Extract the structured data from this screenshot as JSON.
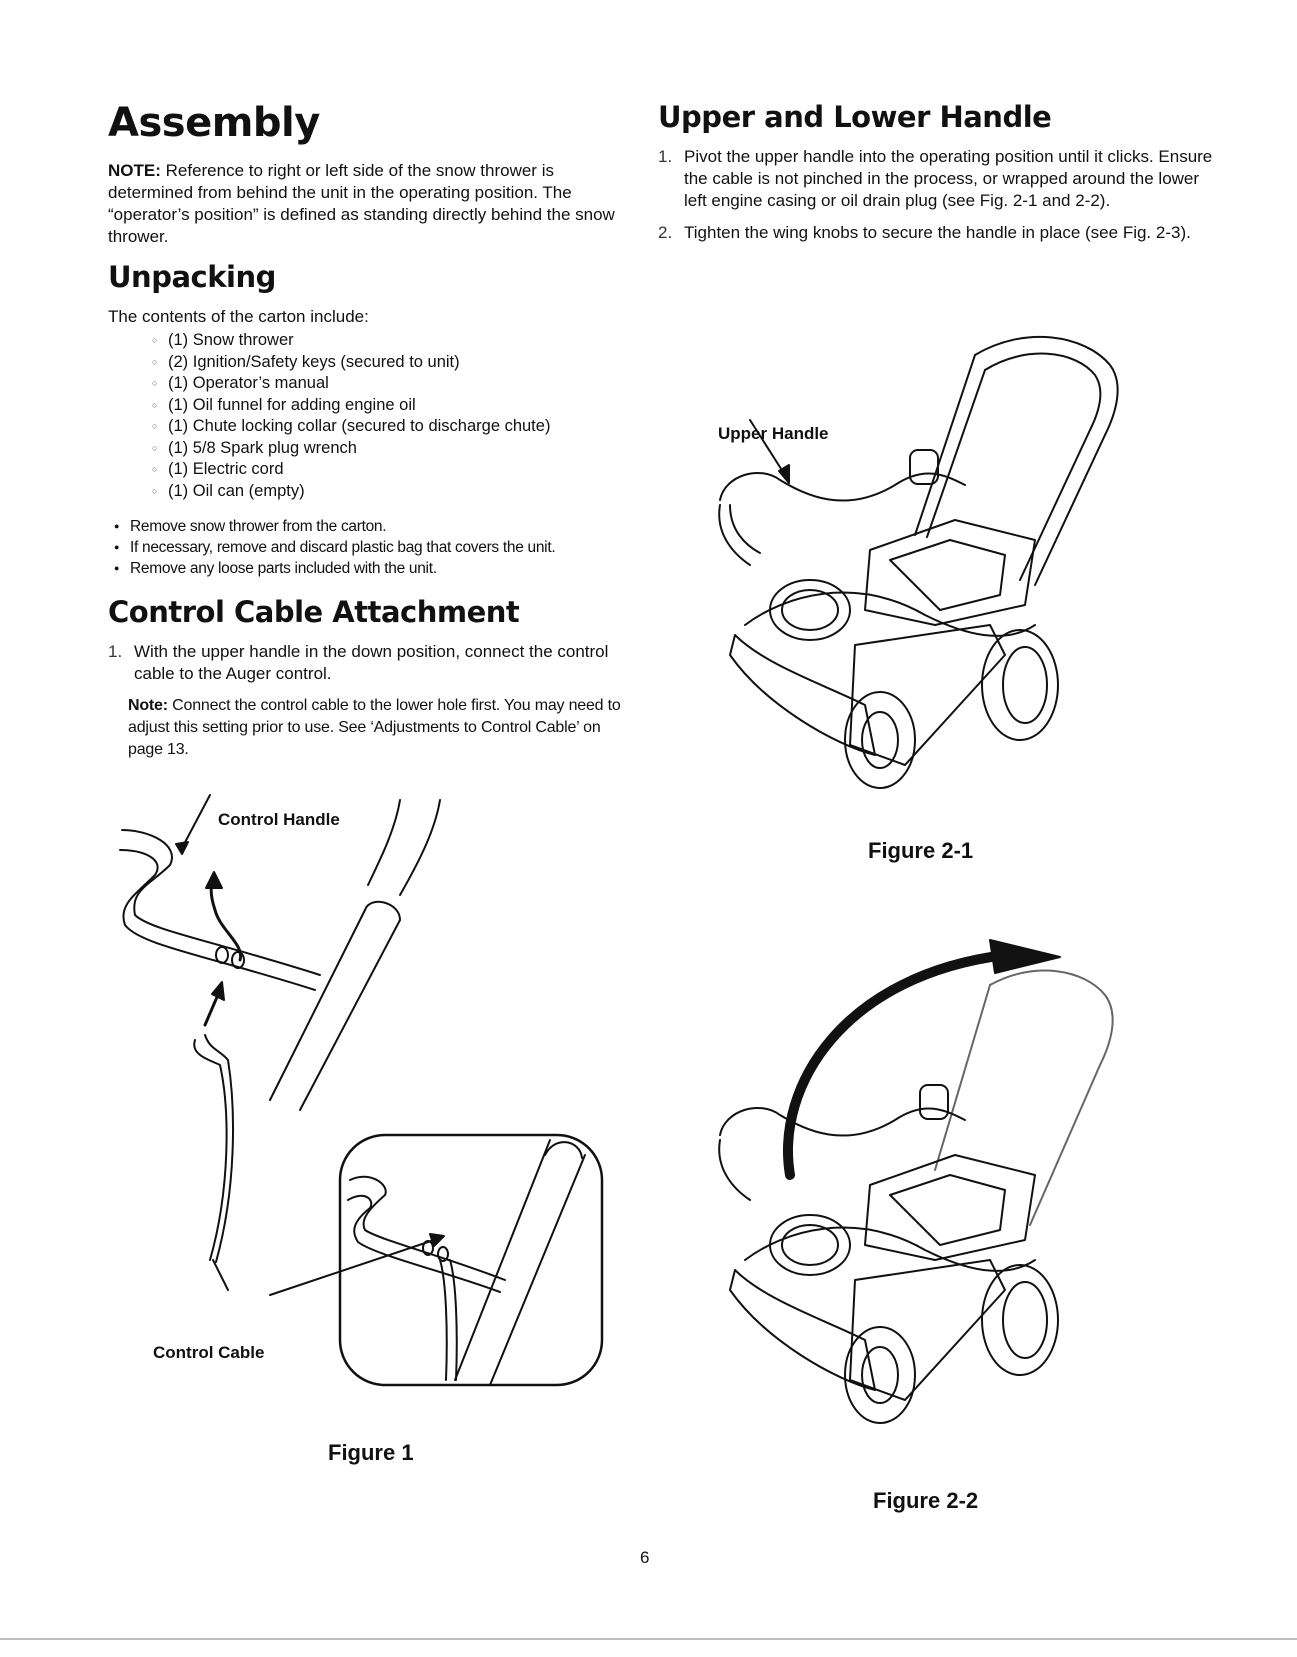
{
  "assembly": {
    "heading": "Assembly",
    "note_label": "NOTE:",
    "note_text": " Reference to right or left side of the snow thrower is determined from behind the unit in the operating position. The “operator’s position” is defined as standing directly behind the snow thrower."
  },
  "unpacking": {
    "heading": "Unpacking",
    "intro": "The contents of the carton include:",
    "contents": [
      "(1) Snow thrower",
      "(2) Ignition/Safety keys (secured to unit)",
      "(1) Operator’s manual",
      "(1) Oil funnel for adding engine oil",
      "(1) Chute locking collar (secured to discharge chute)",
      "(1) 5/8 Spark plug wrench",
      "(1) Electric cord",
      "(1) Oil can (empty)"
    ],
    "bullets": [
      "Remove snow thrower from the carton.",
      "If necessary, remove and discard plastic bag that covers the unit.",
      "Remove any loose parts included with the unit."
    ]
  },
  "control_cable": {
    "heading": "Control Cable Attachment",
    "step1_num": "1.",
    "step1_text": "With the upper handle in the down position, connect the control cable to the Auger control.",
    "note_label": "Note:",
    "note_text": " Connect the control cable to the lower hole first. You may need to adjust this setting  prior to use. See ‘Adjustments to Control Cable’ on page 13."
  },
  "upper_lower": {
    "heading": "Upper and Lower Handle",
    "step1_num": "1.",
    "step1_text": "Pivot the upper handle into the operating position until it clicks. Ensure the cable is not pinched in the process, or wrapped around the lower left engine casing or oil drain plug (see Fig. 2-1 and 2-2).",
    "step2_num": "2.",
    "step2_text": "Tighten the wing knobs to secure the handle in place (see Fig. 2-3)."
  },
  "figures": {
    "fig1_caption": "Figure 1",
    "fig1_label_handle": "Control Handle",
    "fig1_label_cable": "Control Cable",
    "fig21_caption": "Figure 2-1",
    "fig21_label": "Upper Handle",
    "fig22_caption": "Figure 2-2"
  },
  "page_number": "6"
}
